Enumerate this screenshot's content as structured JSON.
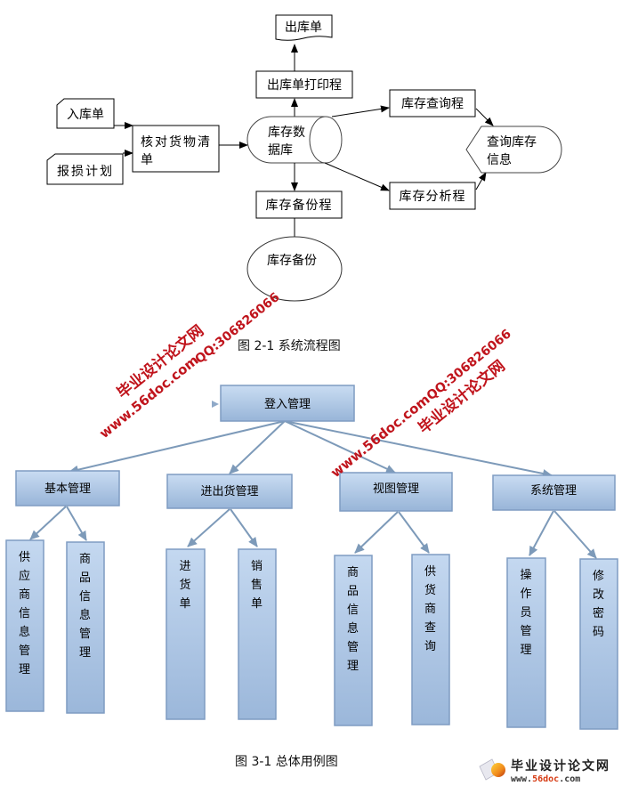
{
  "flowchart": {
    "caption": "图 2-1 系统流程图",
    "inputs": {
      "inbound_slip": "入库单",
      "loss_plan": "报损计划"
    },
    "check_list": [
      "核对货物清",
      "单"
    ],
    "database": [
      "库存数",
      "据库"
    ],
    "print_process": "出库单打印程",
    "outbound_slip": "出库单",
    "query_process": "库存查询程",
    "analysis_process": "库存分析程",
    "query_display": [
      "查询库存",
      "信息"
    ],
    "backup_process": "库存备份程",
    "backup_storage": "库存备份"
  },
  "use_case": {
    "caption": "图 3-1 总体用例图",
    "root": "登入管理",
    "groups": [
      {
        "label": "基本管理",
        "children": [
          "供应商信息管理",
          "商品信息管理"
        ]
      },
      {
        "label": "进出货管理",
        "children": [
          "进货单",
          "销售单"
        ]
      },
      {
        "label": "视图管理",
        "children": [
          "商品信息管理",
          "供货商查询"
        ]
      },
      {
        "label": "系统管理",
        "children": [
          "操作员管理",
          "修改密码"
        ]
      }
    ]
  },
  "watermarks": {
    "site_cn": "毕业设计论文网",
    "site_url": "www.56doc.com",
    "qq": "QQ:306826066"
  },
  "logo": {
    "name": "毕业设计论文网",
    "url_prefix": "www.",
    "url_highlight": "56doc",
    "url_suffix": ".com"
  },
  "colors": {
    "box_fill_top": "#c6d9f1",
    "box_fill_bottom": "#95b3d7",
    "box_stroke": "#7f9cc2",
    "connector": "#7d9ab9",
    "watermark": "#c0141c"
  }
}
